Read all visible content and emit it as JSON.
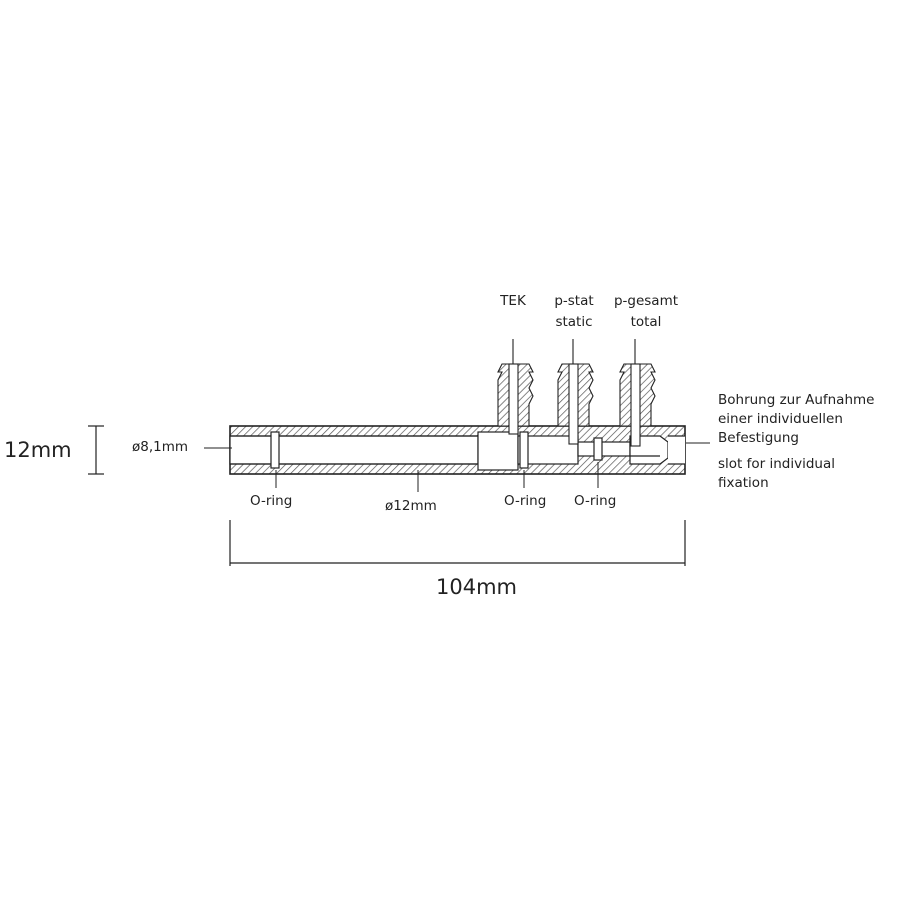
{
  "labels": {
    "height": "12mm",
    "inner_diameter": "ø8,1mm",
    "outer_diameter": "ø12mm",
    "length": "104mm",
    "oring_left": "O-ring",
    "oring_mid": "O-ring",
    "oring_right": "O-ring",
    "port_tek": "TEK",
    "port_static_de": "p-stat",
    "port_static_en": "static",
    "port_total_de": "p-gesamt",
    "port_total_en": "total",
    "bore_de_line1": "Bohrung zur Aufnahme",
    "bore_de_line2": "einer individuellen",
    "bore_de_line3": "Befestigung",
    "slot_en_line1": "slot for individual",
    "slot_en_line2": "fixation"
  },
  "colors": {
    "line": "#222222",
    "hatch": "#555555"
  }
}
